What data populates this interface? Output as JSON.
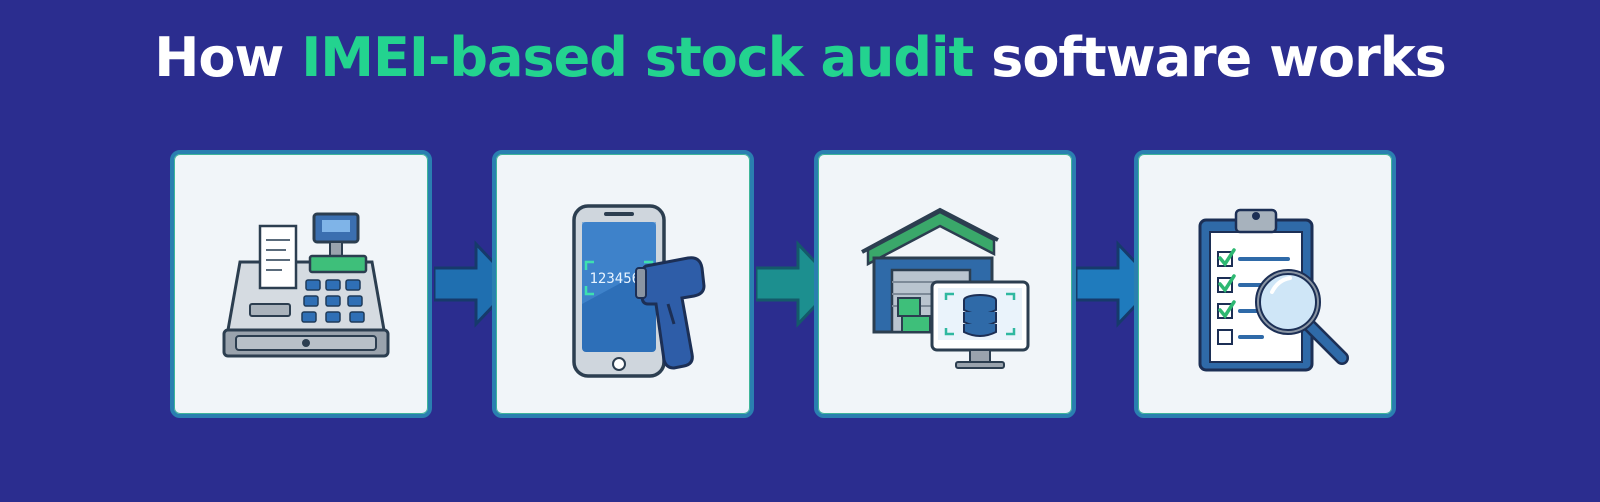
{
  "title": {
    "prefix": "How ",
    "highlight": "IMEI-based stock audit",
    "suffix": " software works"
  },
  "colors": {
    "background": "#2b2d8f",
    "accent": "#23d38f",
    "card_border": "#2a7fb0",
    "card_fill": "#f1f5f9"
  },
  "steps": [
    {
      "icon": "cash-register-icon"
    },
    {
      "icon": "phone-scanner-icon",
      "screen_number": "1234569"
    },
    {
      "icon": "warehouse-database-icon"
    },
    {
      "icon": "clipboard-checklist-icon"
    }
  ]
}
